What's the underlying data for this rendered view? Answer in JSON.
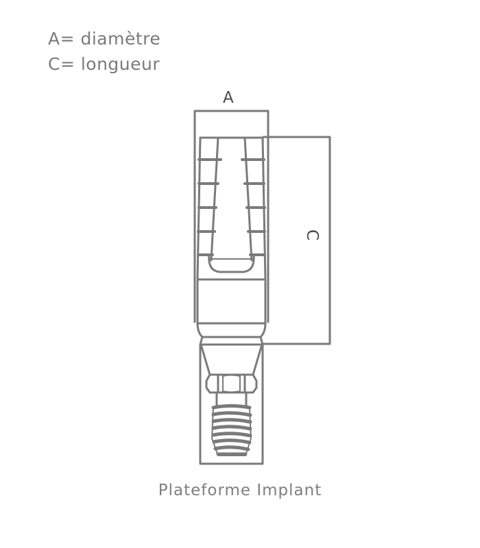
{
  "legend": {
    "line_a": "A= diamètre",
    "line_c": "C= longueur"
  },
  "dimensions": {
    "a_label": "A",
    "c_label": "C"
  },
  "caption": "Plateforme Implant",
  "colors": {
    "stroke": "#7a7a7a",
    "text": "#7a7a7a",
    "label": "#4a4a4a",
    "background": "#ffffff"
  }
}
